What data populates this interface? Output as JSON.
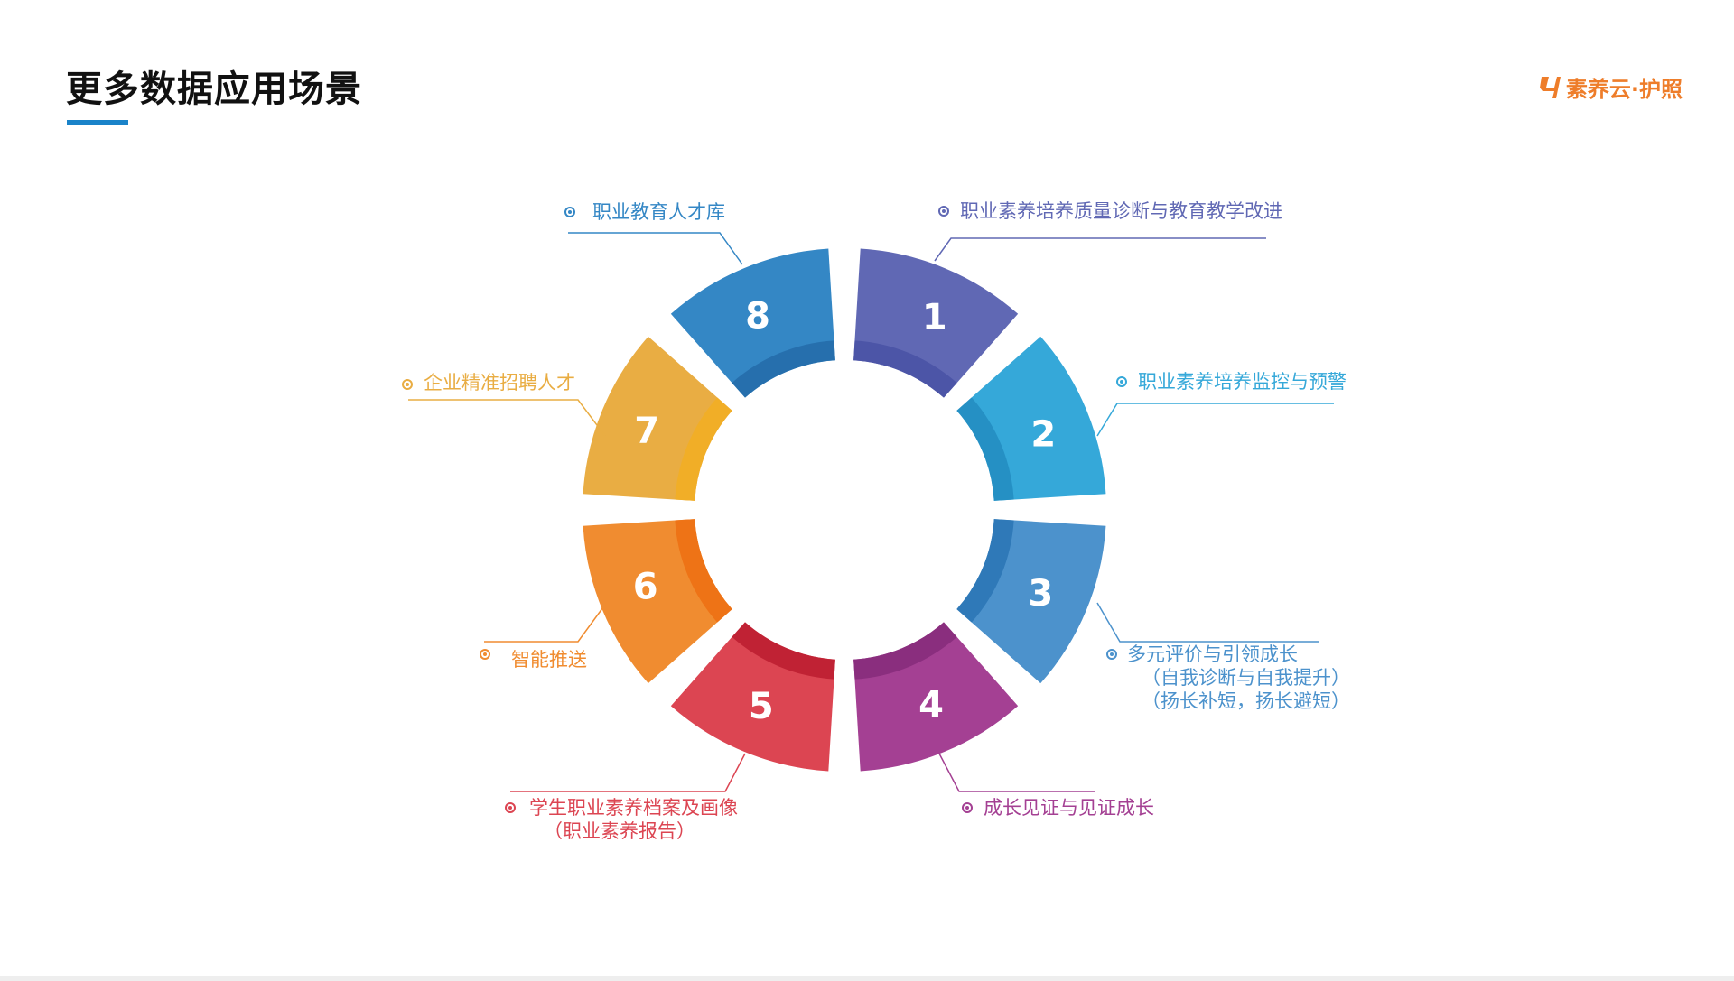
{
  "page": {
    "title": "更多数据应用场景"
  },
  "brand": {
    "text": "素养云·护照",
    "icon": "logo-mark-icon",
    "color": "#ee7d2a"
  },
  "accent": "#1a83c9",
  "segments": [
    {
      "number": "1",
      "color": "#6068b4",
      "inner": "#4c55a7",
      "label": [
        "职业素养培养质量诊断与教育教学改进"
      ]
    },
    {
      "number": "2",
      "color": "#35a8d9",
      "inner": "#2590c4",
      "label": [
        "职业素养培养监控与预警"
      ]
    },
    {
      "number": "3",
      "color": "#4c92cc",
      "inner": "#2f79b8",
      "label": [
        "多元评价与引领成长",
        "（自我诊断与自我提升）",
        "（扬长补短，扬长避短）"
      ]
    },
    {
      "number": "4",
      "color": "#a44093",
      "inner": "#8a2e7e",
      "label": [
        "成长见证与见证成长"
      ]
    },
    {
      "number": "5",
      "color": "#dc4552",
      "inner": "#c02234",
      "label": [
        "学生职业素养档案及画像",
        "（职业素养报告）"
      ]
    },
    {
      "number": "6",
      "color": "#f08c30",
      "inner": "#ee7316",
      "label": [
        "智能推送"
      ]
    },
    {
      "number": "7",
      "color": "#e9ad43",
      "inner": "#f1ae27",
      "label": [
        "企业精准招聘人才"
      ]
    },
    {
      "number": "8",
      "color": "#3487c5",
      "inner": "#266fad",
      "label": [
        "职业教育人才库"
      ]
    }
  ]
}
